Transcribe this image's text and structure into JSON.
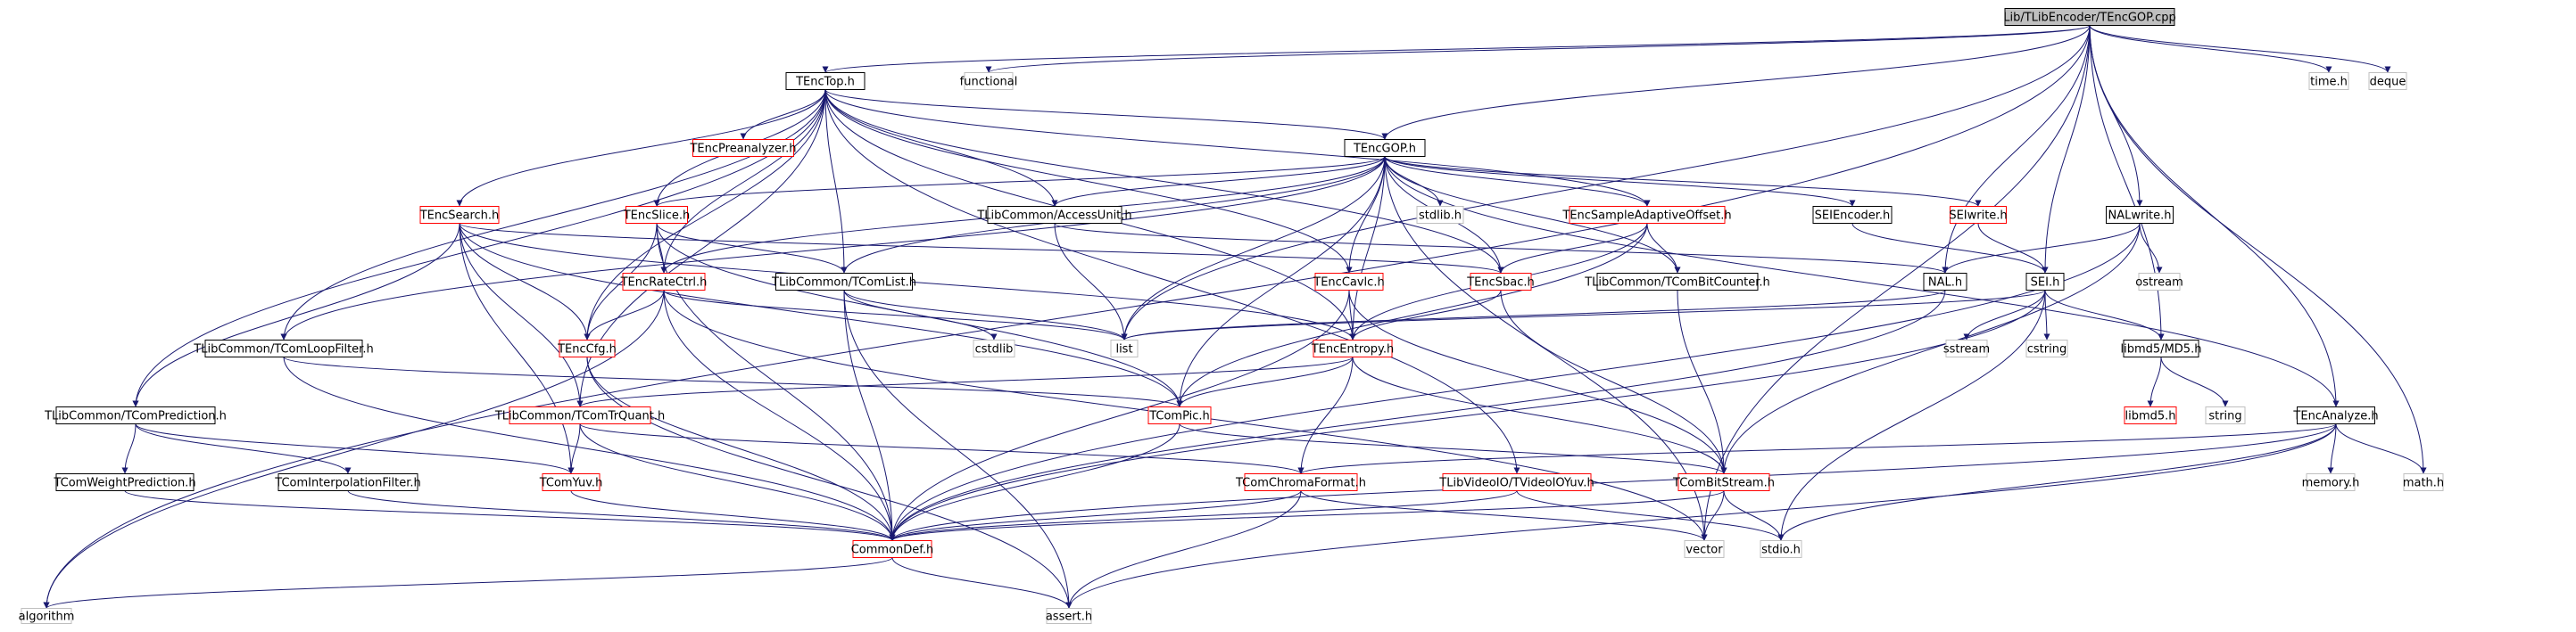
{
  "diagram": {
    "root": "Lib/TLibEncoder/TEncGOP.cpp",
    "nodes": [
      {
        "id": "root",
        "label": "Lib/TLibEncoder/TEncGOP.cpp",
        "style": "root"
      },
      {
        "id": "TEncTop",
        "label": "TEncTop.h",
        "style": "black"
      },
      {
        "id": "functional",
        "label": "functional",
        "style": "gray"
      },
      {
        "id": "time",
        "label": "time.h",
        "style": "gray"
      },
      {
        "id": "deque",
        "label": "deque",
        "style": "gray"
      },
      {
        "id": "TEncGOP",
        "label": "TEncGOP.h",
        "style": "black"
      },
      {
        "id": "TEncPreanalyzer",
        "label": "TEncPreanalyzer.h",
        "style": "red"
      },
      {
        "id": "TEncSearch",
        "label": "TEncSearch.h",
        "style": "red"
      },
      {
        "id": "TEncSlice",
        "label": "TEncSlice.h",
        "style": "red"
      },
      {
        "id": "AccessUnit",
        "label": "TLibCommon/AccessUnit.h",
        "style": "black"
      },
      {
        "id": "stdlib",
        "label": "stdlib.h",
        "style": "gray"
      },
      {
        "id": "TEncSAO",
        "label": "TEncSampleAdaptiveOffset.h",
        "style": "red"
      },
      {
        "id": "SEIEncoder",
        "label": "SEIEncoder.h",
        "style": "black"
      },
      {
        "id": "SEIwrite",
        "label": "SEIwrite.h",
        "style": "red"
      },
      {
        "id": "NALwrite",
        "label": "NALwrite.h",
        "style": "black"
      },
      {
        "id": "ostream",
        "label": "ostream",
        "style": "gray"
      },
      {
        "id": "TEncRateCtrl",
        "label": "TEncRateCtrl.h",
        "style": "red"
      },
      {
        "id": "TComList",
        "label": "TLibCommon/TComList.h",
        "style": "black"
      },
      {
        "id": "TEncCavlc",
        "label": "TEncCavlc.h",
        "style": "red"
      },
      {
        "id": "TEncSbac",
        "label": "TEncSbac.h",
        "style": "red"
      },
      {
        "id": "TComBitCounter",
        "label": "TLibCommon/TComBitCounter.h",
        "style": "black"
      },
      {
        "id": "NAL",
        "label": "NAL.h",
        "style": "black"
      },
      {
        "id": "SEI",
        "label": "SEI.h",
        "style": "black"
      },
      {
        "id": "TComLoopFilter",
        "label": "TLibCommon/TComLoopFilter.h",
        "style": "black"
      },
      {
        "id": "TEncCfg",
        "label": "TEncCfg.h",
        "style": "red"
      },
      {
        "id": "cstdlib",
        "label": "cstdlib",
        "style": "gray"
      },
      {
        "id": "list",
        "label": "list",
        "style": "gray"
      },
      {
        "id": "TEncEntropy",
        "label": "TEncEntropy.h",
        "style": "red"
      },
      {
        "id": "sstream",
        "label": "sstream",
        "style": "gray"
      },
      {
        "id": "cstring",
        "label": "cstring",
        "style": "gray"
      },
      {
        "id": "MD5",
        "label": "libmd5/MD5.h",
        "style": "black"
      },
      {
        "id": "TComPrediction",
        "label": "TLibCommon/TComPrediction.h",
        "style": "black"
      },
      {
        "id": "TComTrQuant",
        "label": "TLibCommon/TComTrQuant.h",
        "style": "red"
      },
      {
        "id": "TComPic",
        "label": "TComPic.h",
        "style": "red"
      },
      {
        "id": "libmd5",
        "label": "libmd5.h",
        "style": "red"
      },
      {
        "id": "string",
        "label": "string",
        "style": "gray"
      },
      {
        "id": "TEncAnalyze",
        "label": "TEncAnalyze.h",
        "style": "black"
      },
      {
        "id": "TComWeightPrediction",
        "label": "TComWeightPrediction.h",
        "style": "black"
      },
      {
        "id": "TComInterpolationFilter",
        "label": "TComInterpolationFilter.h",
        "style": "black"
      },
      {
        "id": "TComYuv",
        "label": "TComYuv.h",
        "style": "red"
      },
      {
        "id": "TComChromaFormat",
        "label": "TComChromaFormat.h",
        "style": "red"
      },
      {
        "id": "TVideoIOYuv",
        "label": "TLibVideoIO/TVideoIOYuv.h",
        "style": "red"
      },
      {
        "id": "TComBitStream",
        "label": "TComBitStream.h",
        "style": "red"
      },
      {
        "id": "memory",
        "label": "memory.h",
        "style": "gray"
      },
      {
        "id": "math",
        "label": "math.h",
        "style": "gray"
      },
      {
        "id": "CommonDef",
        "label": "CommonDef.h",
        "style": "red"
      },
      {
        "id": "vector",
        "label": "vector",
        "style": "gray"
      },
      {
        "id": "stdio",
        "label": "stdio.h",
        "style": "gray"
      },
      {
        "id": "algorithm",
        "label": "algorithm",
        "style": "gray"
      },
      {
        "id": "assert",
        "label": "assert.h",
        "style": "gray"
      }
    ],
    "edges": [
      [
        "root",
        "TEncTop"
      ],
      [
        "root",
        "functional"
      ],
      [
        "root",
        "time"
      ],
      [
        "root",
        "deque"
      ],
      [
        "root",
        "TEncGOP"
      ],
      [
        "root",
        "list"
      ],
      [
        "root",
        "algorithm"
      ],
      [
        "root",
        "NAL"
      ],
      [
        "root",
        "SEI"
      ],
      [
        "root",
        "NALwrite"
      ],
      [
        "root",
        "MD5"
      ],
      [
        "root",
        "TEncAnalyze"
      ],
      [
        "root",
        "math"
      ],
      [
        "root",
        "vector"
      ],
      [
        "TEncTop",
        "TEncPreanalyzer"
      ],
      [
        "TEncTop",
        "TEncGOP"
      ],
      [
        "TEncTop",
        "TEncSearch"
      ],
      [
        "TEncTop",
        "TEncSlice"
      ],
      [
        "TEncTop",
        "AccessUnit"
      ],
      [
        "TEncTop",
        "TEncSAO"
      ],
      [
        "TEncTop",
        "TEncRateCtrl"
      ],
      [
        "TEncTop",
        "TComList"
      ],
      [
        "TEncTop",
        "TEncCfg"
      ],
      [
        "TEncTop",
        "TEncSbac"
      ],
      [
        "TEncTop",
        "TEncCavlc"
      ],
      [
        "TEncTop",
        "TComLoopFilter"
      ],
      [
        "TEncTop",
        "TComPrediction"
      ],
      [
        "TEncTop",
        "TComTrQuant"
      ],
      [
        "TEncTop",
        "TEncEntropy"
      ],
      [
        "TEncTop",
        "TVideoIOYuv"
      ],
      [
        "TEncGOP",
        "TEncSlice"
      ],
      [
        "TEncGOP",
        "AccessUnit"
      ],
      [
        "TEncGOP",
        "stdlib"
      ],
      [
        "TEncGOP",
        "TEncSAO"
      ],
      [
        "TEncGOP",
        "SEIEncoder"
      ],
      [
        "TEncGOP",
        "SEIwrite"
      ],
      [
        "TEncGOP",
        "TEncRateCtrl"
      ],
      [
        "TEncGOP",
        "TComList"
      ],
      [
        "TEncGOP",
        "TEncCavlc"
      ],
      [
        "TEncGOP",
        "TEncSbac"
      ],
      [
        "TEncGOP",
        "TComBitCounter"
      ],
      [
        "TEncGOP",
        "TComLoopFilter"
      ],
      [
        "TEncGOP",
        "list"
      ],
      [
        "TEncGOP",
        "TEncEntropy"
      ],
      [
        "TEncGOP",
        "TComPic"
      ],
      [
        "TEncGOP",
        "TEncAnalyze"
      ],
      [
        "TEncGOP",
        "vector"
      ],
      [
        "TEncSearch",
        "TComPrediction"
      ],
      [
        "TEncSearch",
        "TComTrQuant"
      ],
      [
        "TEncSearch",
        "TEncCfg"
      ],
      [
        "TEncSearch",
        "TEncEntropy"
      ],
      [
        "TEncSearch",
        "TComYuv"
      ],
      [
        "TEncSearch",
        "TComPic"
      ],
      [
        "TEncSearch",
        "TEncSbac"
      ],
      [
        "TEncSlice",
        "TEncRateCtrl"
      ],
      [
        "TEncSlice",
        "TComList"
      ],
      [
        "TEncSlice",
        "TEncCfg"
      ],
      [
        "TEncSlice",
        "TComPic"
      ],
      [
        "TEncSlice",
        "CommonDef"
      ],
      [
        "AccessUnit",
        "list"
      ],
      [
        "AccessUnit",
        "NAL"
      ],
      [
        "TEncSAO",
        "TEncSbac"
      ],
      [
        "TEncSAO",
        "TComBitCounter"
      ],
      [
        "TEncSAO",
        "TEncEntropy"
      ],
      [
        "TEncSAO",
        "TComPic"
      ],
      [
        "SEIEncoder",
        "SEI"
      ],
      [
        "SEIwrite",
        "SEI"
      ],
      [
        "NALwrite",
        "NAL"
      ],
      [
        "NALwrite",
        "ostream"
      ],
      [
        "NALwrite",
        "TComBitStream"
      ],
      [
        "NALwrite",
        "CommonDef"
      ],
      [
        "TEncRateCtrl",
        "TEncCfg"
      ],
      [
        "TEncRateCtrl",
        "list"
      ],
      [
        "TEncRateCtrl",
        "algorithm"
      ],
      [
        "TEncRateCtrl",
        "CommonDef"
      ],
      [
        "TEncRateCtrl",
        "vector"
      ],
      [
        "TComList",
        "list"
      ],
      [
        "TComList",
        "cstdlib"
      ],
      [
        "TComList",
        "assert"
      ],
      [
        "TComList",
        "CommonDef"
      ],
      [
        "TEncCavlc",
        "TEncEntropy"
      ],
      [
        "TEncCavlc",
        "TComBitStream"
      ],
      [
        "TEncCavlc",
        "CommonDef"
      ],
      [
        "TEncSbac",
        "TEncEntropy"
      ],
      [
        "TEncSbac",
        "TComBitStream"
      ],
      [
        "TComBitCounter",
        "TComBitStream"
      ],
      [
        "NAL",
        "list"
      ],
      [
        "NAL",
        "CommonDef"
      ],
      [
        "SEI",
        "list"
      ],
      [
        "SEI",
        "sstream"
      ],
      [
        "SEI",
        "cstring"
      ],
      [
        "SEI",
        "MD5"
      ],
      [
        "SEI",
        "CommonDef"
      ],
      [
        "SEI",
        "stdio"
      ],
      [
        "TComLoopFilter",
        "TComPic"
      ],
      [
        "TComLoopFilter",
        "CommonDef"
      ],
      [
        "TEncCfg",
        "CommonDef"
      ],
      [
        "TEncCfg",
        "assert"
      ],
      [
        "TEncEntropy",
        "TComTrQuant"
      ],
      [
        "TEncEntropy",
        "TComPic"
      ],
      [
        "TEncEntropy",
        "TComChromaFormat"
      ],
      [
        "TEncEntropy",
        "TComBitStream"
      ],
      [
        "MD5",
        "libmd5"
      ],
      [
        "MD5",
        "string"
      ],
      [
        "TComPrediction",
        "TComWeightPrediction"
      ],
      [
        "TComPrediction",
        "TComInterpolationFilter"
      ],
      [
        "TComPrediction",
        "TComYuv"
      ],
      [
        "TComTrQuant",
        "TComYuv"
      ],
      [
        "TComTrQuant",
        "CommonDef"
      ],
      [
        "TComTrQuant",
        "TComChromaFormat"
      ],
      [
        "TComPic",
        "CommonDef"
      ],
      [
        "TComPic",
        "TComBitStream"
      ],
      [
        "TEncAnalyze",
        "memory"
      ],
      [
        "TEncAnalyze",
        "math"
      ],
      [
        "TEncAnalyze",
        "TComChromaFormat"
      ],
      [
        "TEncAnalyze",
        "CommonDef"
      ],
      [
        "TEncAnalyze",
        "assert"
      ],
      [
        "TEncAnalyze",
        "stdio"
      ],
      [
        "TComWeightPrediction",
        "CommonDef"
      ],
      [
        "TComInterpolationFilter",
        "CommonDef"
      ],
      [
        "TComYuv",
        "CommonDef"
      ],
      [
        "TComChromaFormat",
        "CommonDef"
      ],
      [
        "TComChromaFormat",
        "vector"
      ],
      [
        "TComChromaFormat",
        "assert"
      ],
      [
        "TVideoIOYuv",
        "CommonDef"
      ],
      [
        "TVideoIOYuv",
        "stdio"
      ],
      [
        "TComBitStream",
        "CommonDef"
      ],
      [
        "TComBitStream",
        "vector"
      ],
      [
        "TComBitStream",
        "stdio"
      ],
      [
        "CommonDef",
        "algorithm"
      ],
      [
        "CommonDef",
        "assert"
      ]
    ]
  },
  "colors": {
    "edge": "#191970",
    "black_border": "#000000",
    "red_border": "#ff0000",
    "gray_border": "#bfbfbf",
    "root_fill": "#bfbfbf",
    "text": "#000000"
  }
}
